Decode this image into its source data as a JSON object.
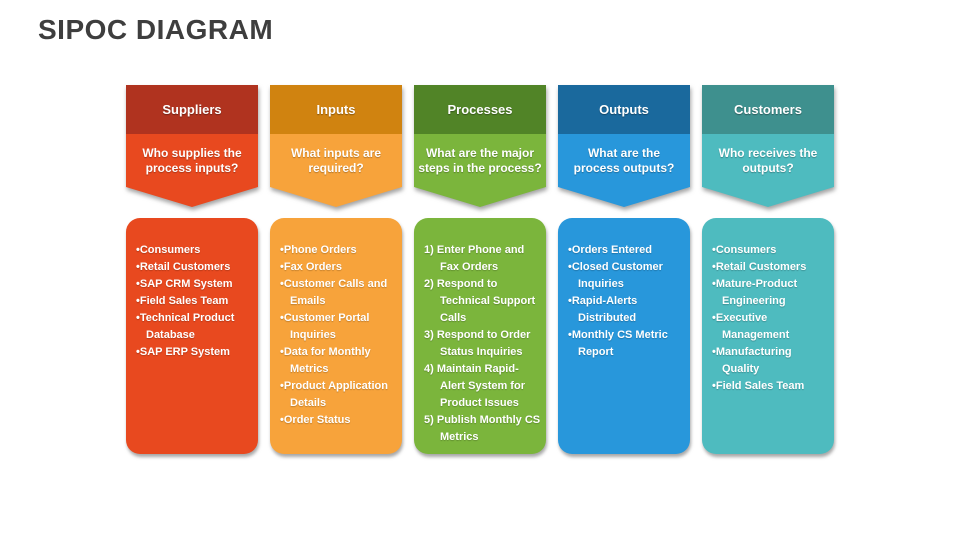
{
  "title": "SIPOC DIAGRAM",
  "title_color": "#3e3e3e",
  "columns": [
    {
      "header": "Suppliers",
      "question": "Who supplies the\nprocess inputs?",
      "colors": {
        "dark": "#b0331f",
        "light": "#e8491f"
      },
      "list_type": "bullet",
      "items": [
        "Consumers",
        "Retail Customers",
        "SAP CRM System",
        "Field Sales Team",
        "Technical Product Database",
        "SAP ERP System"
      ]
    },
    {
      "header": "Inputs",
      "question": "What inputs are\nrequired?",
      "colors": {
        "dark": "#d08310",
        "light": "#f7a33b"
      },
      "list_type": "bullet",
      "items": [
        "Phone Orders",
        "Fax Orders",
        "Customer Calls and Emails",
        "Customer Portal Inquiries",
        "Data for Monthly Metrics",
        "Product Application Details",
        "Order Status"
      ]
    },
    {
      "header": "Processes",
      "question": "What are the major\nsteps in the process?",
      "colors": {
        "dark": "#518427",
        "light": "#7bb53c"
      },
      "list_type": "numbered",
      "items": [
        "Enter Phone and Fax Orders",
        "Respond to Technical Support Calls",
        "Respond to Order Status Inquiries",
        "Maintain Rapid-Alert System for Product Issues",
        "Publish Monthly CS Metrics"
      ]
    },
    {
      "header": "Outputs",
      "question": "What are the\nprocess outputs?",
      "colors": {
        "dark": "#1a699d",
        "light": "#2897db"
      },
      "list_type": "bullet",
      "items": [
        "Orders Entered",
        "Closed Customer Inquiries",
        "Rapid-Alerts Distributed",
        "Monthly CS Metric Report"
      ]
    },
    {
      "header": "Customers",
      "question": "Who receives the\noutputs?",
      "colors": {
        "dark": "#3e908e",
        "light": "#4ebbbf"
      },
      "list_type": "bullet",
      "items": [
        "Consumers",
        "Retail Customers",
        "Mature-Product Engineering",
        "Executive Management",
        "Manufacturing Quality",
        "Field Sales Team"
      ]
    }
  ]
}
